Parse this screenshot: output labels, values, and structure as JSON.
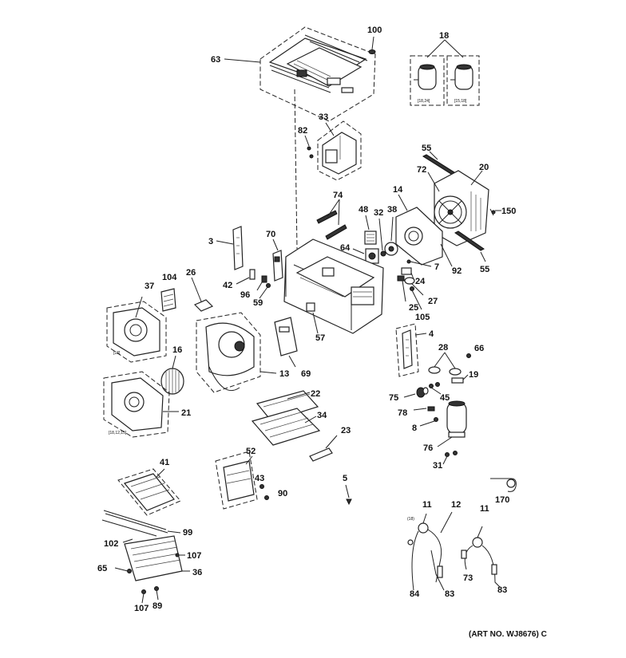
{
  "diagram": {
    "callouts": [
      "100",
      "18",
      "63",
      "33",
      "82",
      "55",
      "72",
      "20",
      "150",
      "14",
      "38",
      "48",
      "32",
      "74",
      "64",
      "7",
      "92",
      "55",
      "24",
      "27",
      "25",
      "105",
      "70",
      "3",
      "42",
      "96",
      "59",
      "104",
      "26",
      "37",
      "16",
      "13",
      "69",
      "57",
      "4",
      "28",
      "66",
      "19",
      "75",
      "45",
      "78",
      "8",
      "76",
      "31",
      "22",
      "34",
      "23",
      "21",
      "52",
      "43",
      "90",
      "5",
      "41",
      "99",
      "102",
      "107",
      "65",
      "36",
      "107",
      "89",
      "170",
      "11",
      "12",
      "11",
      "84",
      "83",
      "73",
      "83"
    ],
    "small_text": [
      "[18,24]",
      "[15,18]",
      "(18)",
      "[18]",
      "[18,12,15]"
    ],
    "art_number": "(ART NO. WJ8676) C"
  }
}
